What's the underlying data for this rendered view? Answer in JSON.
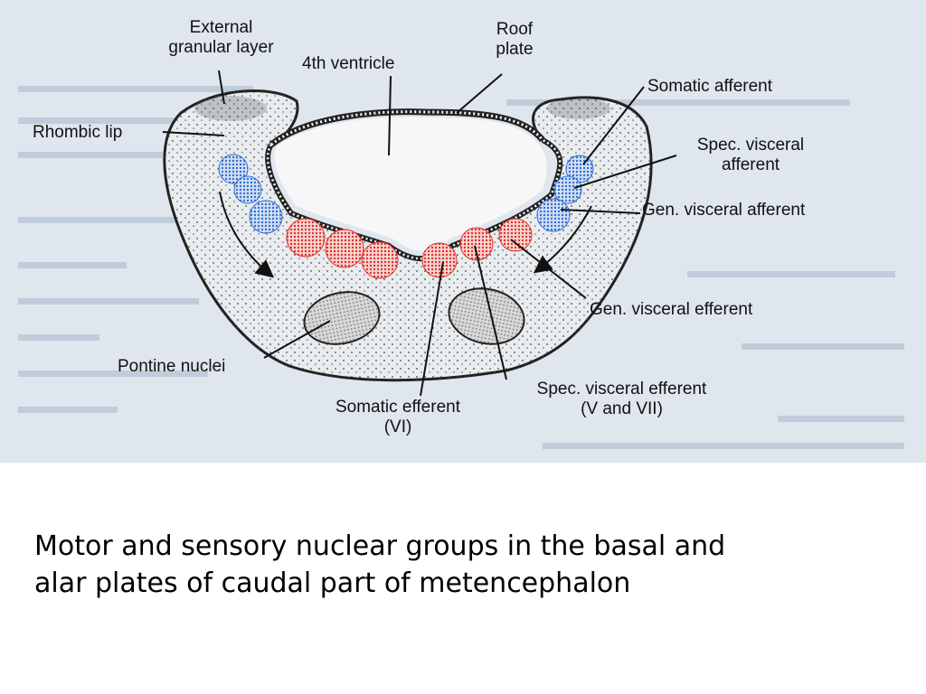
{
  "figure": {
    "labels": {
      "external_granular_layer": [
        "External",
        "granular layer"
      ],
      "fourth_ventricle": "4th ventricle",
      "roof_plate": [
        "Roof",
        "plate"
      ],
      "rhombic_lip": "Rhombic lip",
      "somatic_afferent": "Somatic afferent",
      "spec_visceral_afferent": [
        "Spec. visceral",
        "afferent"
      ],
      "gen_visceral_afferent": "Gen. visceral afferent",
      "gen_visceral_efferent": "Gen. visceral efferent",
      "pontine_nuclei": "Pontine nuclei",
      "somatic_efferent": [
        "Somatic efferent",
        "(VI)"
      ],
      "spec_visceral_efferent": [
        "Spec. visceral efferent",
        "(V and VII)"
      ]
    },
    "colors": {
      "afferent_nuclei": "#2f6fd0",
      "efferent_nuclei": "#e0302a",
      "tissue": "#e9ecef",
      "background_page": "#dfe6ee"
    }
  },
  "caption": {
    "line1": "Motor and sensory nuclear groups in the basal and",
    "line2": "alar plates of caudal part of metencephalon"
  }
}
